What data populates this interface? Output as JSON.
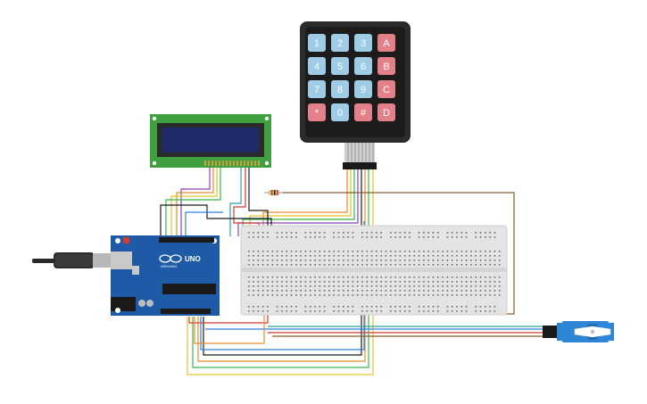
{
  "keypad": {
    "rows": [
      [
        "1",
        "2",
        "3",
        "A"
      ],
      [
        "4",
        "5",
        "6",
        "B"
      ],
      [
        "7",
        "8",
        "9",
        "C"
      ],
      [
        "*",
        "0",
        "#",
        "D"
      ]
    ],
    "digit_color": "#9ecbe6",
    "letter_color": "#e4808a"
  },
  "arduino": {
    "model_label": "UNO",
    "brand_label": "ARDUINO",
    "board_color": "#1f5aa6"
  },
  "wire_colors": {
    "red": "#d23b2f",
    "orange": "#e88a2a",
    "yellow": "#e6c229",
    "green": "#3bb54a",
    "blue": "#2f7fe0",
    "purple": "#8f3fb8",
    "brown": "#8a5a2b",
    "black": "#1a1a1a",
    "teal": "#2aa5a5"
  },
  "lcd": {
    "screen_color": "#1f2b6b",
    "pcb_color": "#3fa03f"
  },
  "servo": {
    "body_color": "#2e86d6"
  }
}
